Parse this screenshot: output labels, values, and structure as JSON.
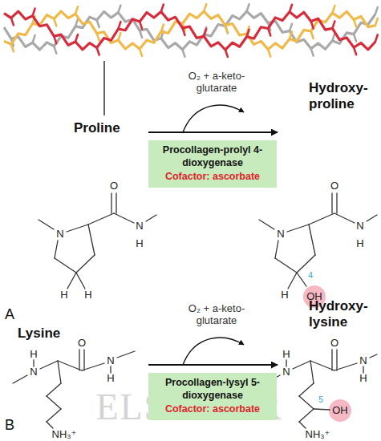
{
  "diagram": {
    "nodes": [
      {
        "text": [
          "Procollagen-prolyl 4-dioxygenase",
          "Cofactor: ascorbate"
        ]
      },
      {
        "text": [
          "Procollagen-lysyl 5-dioxygenase",
          "Cofactor: ascorbate"
        ]
      }
    ],
    "labels": [
      "O₂ + a-keto- glutarate",
      "Proline",
      "Hydroxy- proline",
      "N",
      "O",
      "N",
      "H",
      "H",
      "H",
      "N",
      "O",
      "N",
      "H",
      "H",
      "4",
      "OH",
      "A",
      "O₂ + a-keto- glutarate",
      "Lysine",
      "Hydroxy- lysine",
      "H",
      "N",
      "O",
      "N",
      "H",
      "NH₃⁺",
      "H",
      "N",
      "O",
      "N",
      "H",
      "5",
      "OH",
      "NH₃⁺",
      "B",
      "ELSEVIER"
    ]
  }
}
